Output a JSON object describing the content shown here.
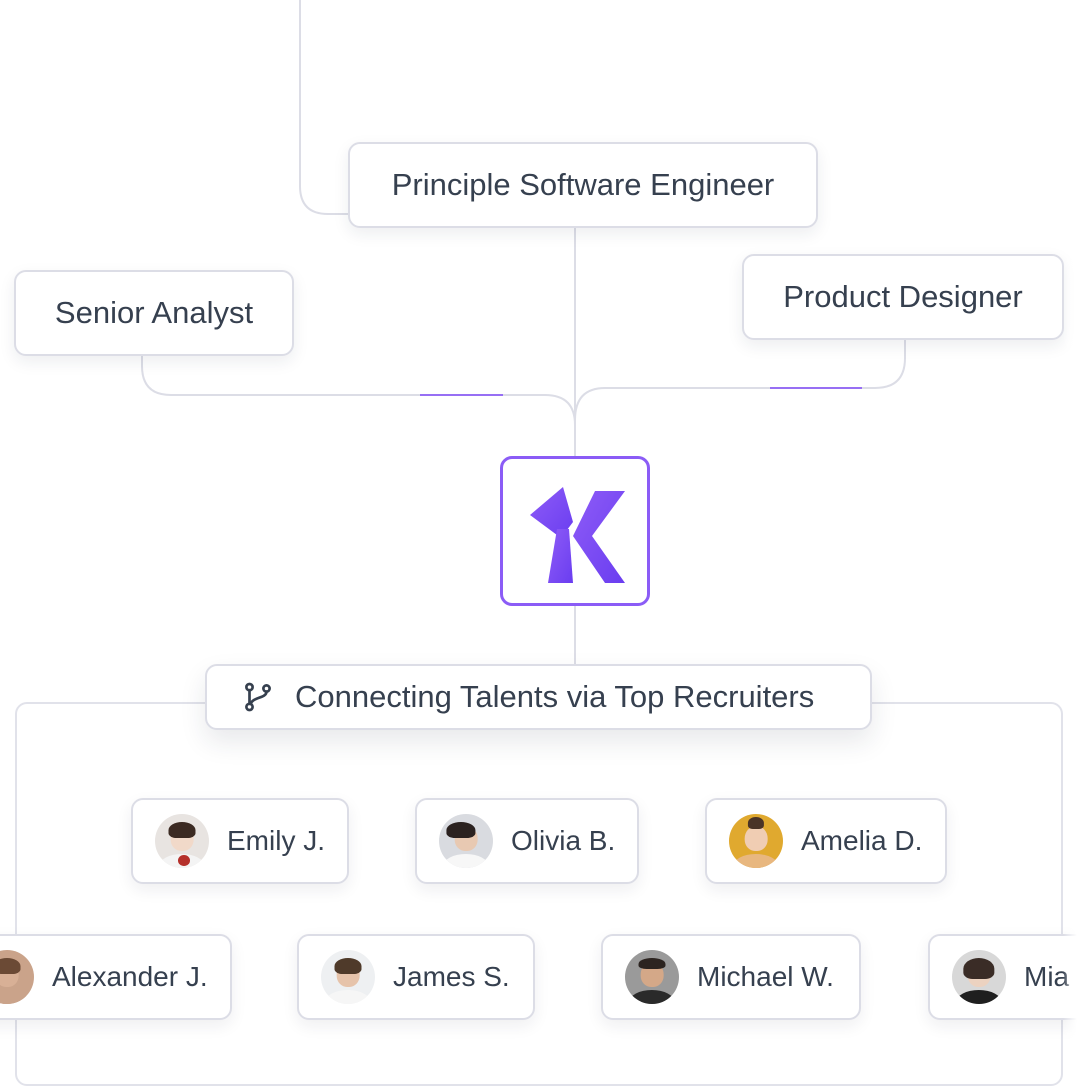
{
  "roles": {
    "principle": "Principle Software Engineer",
    "analyst": "Senior Analyst",
    "designer": "Product Designer"
  },
  "header": {
    "title": "Connecting Talents via Top Recruiters",
    "icon": "git-branch-icon"
  },
  "logo": {
    "icon": "company-k-logo",
    "accent": "#8b5cf6"
  },
  "recruiters": [
    {
      "name": "Emily J.",
      "avatar_bg": "#e8e4e1",
      "skin": "#f1d9c9",
      "hair": "#3b2a22",
      "shirt": "#f4f4f4"
    },
    {
      "name": "Olivia B.",
      "avatar_bg": "#d9dbe0",
      "skin": "#e8c9b2",
      "hair": "#2b2220",
      "shirt": "#f7f7f7"
    },
    {
      "name": "Amelia D.",
      "avatar_bg": "#e0a92f",
      "skin": "#f0cdb3",
      "hair": "#4a3326",
      "shirt": "#e8b77f"
    },
    {
      "name": "Alexander J.",
      "avatar_bg": "#caa38a",
      "skin": "#d8b096",
      "hair": "#6b4a35",
      "shirt": "#caa38a"
    },
    {
      "name": "James S.",
      "avatar_bg": "#eef0f2",
      "skin": "#e6c3aa",
      "hair": "#4f3a2a",
      "shirt": "#f6f6f6"
    },
    {
      "name": "Michael W.",
      "avatar_bg": "#9a9a9a",
      "skin": "#d4a888",
      "hair": "#2c2420",
      "shirt": "#2a2a2a"
    },
    {
      "name": "Mia",
      "avatar_bg": "#d8d8d8",
      "skin": "#ecd2c0",
      "hair": "#3a2c26",
      "shirt": "#1f1f1f"
    }
  ],
  "colors": {
    "line": "#dcdde6",
    "text": "#36404f",
    "accent": "#8b5cf6"
  }
}
